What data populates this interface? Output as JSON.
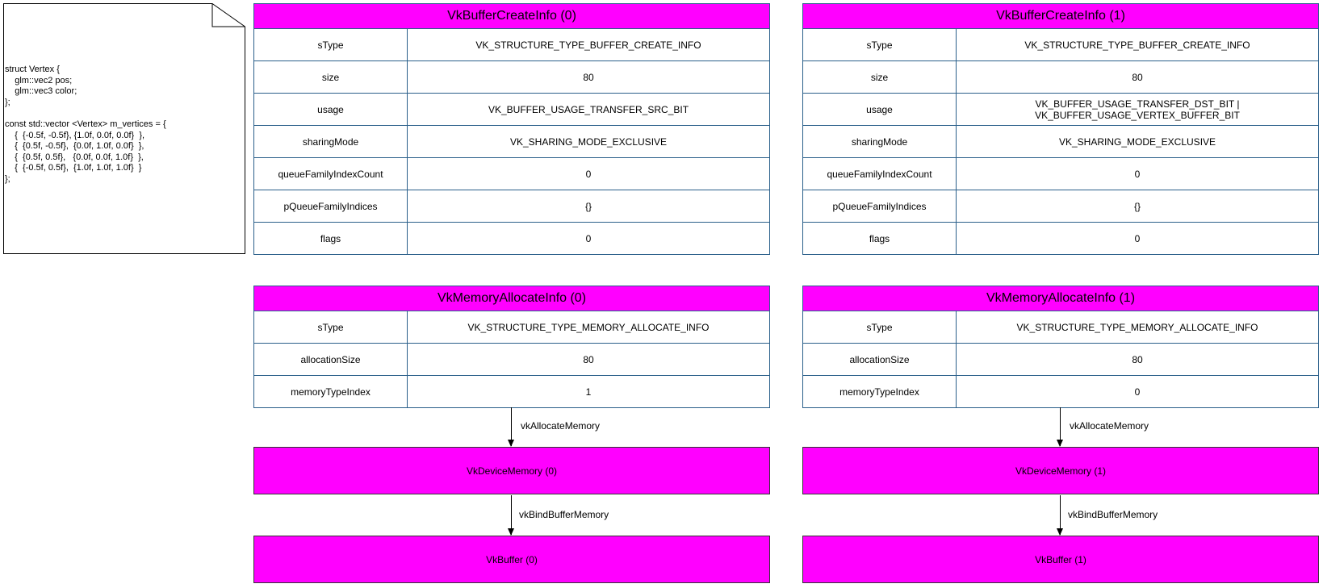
{
  "code_note": {
    "text": "struct Vertex {\n\tglm::vec2 pos;\n\tglm::vec3 color;\n};\n\nconst std::vector <Vertex> m_vertices = {\n\t{  {-0.5f, -0.5f}, {1.0f, 0.0f, 0.0f}  },\n\t{  {0.5f, -0.5f},  {0.0f, 1.0f, 0.0f}  },\n\t{  {0.5f, 0.5f},   {0.0f, 0.0f, 1.0f}  },\n\t{  {-0.5f, 0.5f},  {1.0f, 1.0f, 1.0f}  }\n};"
  },
  "buffer_create_info": [
    {
      "title": "VkBufferCreateInfo (0)",
      "rows": [
        {
          "field": "sType",
          "value": "VK_STRUCTURE_TYPE_BUFFER_CREATE_INFO"
        },
        {
          "field": "size",
          "value": "80"
        },
        {
          "field": "usage",
          "value": "VK_BUFFER_USAGE_TRANSFER_SRC_BIT"
        },
        {
          "field": "sharingMode",
          "value": "VK_SHARING_MODE_EXCLUSIVE"
        },
        {
          "field": "queueFamilyIndexCount",
          "value": "0"
        },
        {
          "field": "pQueueFamilyIndices",
          "value": "{}"
        },
        {
          "field": "flags",
          "value": "0"
        }
      ]
    },
    {
      "title": "VkBufferCreateInfo (1)",
      "rows": [
        {
          "field": "sType",
          "value": "VK_STRUCTURE_TYPE_BUFFER_CREATE_INFO"
        },
        {
          "field": "size",
          "value": "80"
        },
        {
          "field": "usage",
          "value": "VK_BUFFER_USAGE_TRANSFER_DST_BIT |\nVK_BUFFER_USAGE_VERTEX_BUFFER_BIT"
        },
        {
          "field": "sharingMode",
          "value": "VK_SHARING_MODE_EXCLUSIVE"
        },
        {
          "field": "queueFamilyIndexCount",
          "value": "0"
        },
        {
          "field": "pQueueFamilyIndices",
          "value": "{}"
        },
        {
          "field": "flags",
          "value": "0"
        }
      ]
    }
  ],
  "memory_allocate_info": [
    {
      "title": "VkMemoryAllocateInfo (0)",
      "rows": [
        {
          "field": "sType",
          "value": "VK_STRUCTURE_TYPE_MEMORY_ALLOCATE_INFO"
        },
        {
          "field": "allocationSize",
          "value": "80"
        },
        {
          "field": "memoryTypeIndex",
          "value": "1"
        }
      ]
    },
    {
      "title": "VkMemoryAllocateInfo (1)",
      "rows": [
        {
          "field": "sType",
          "value": "VK_STRUCTURE_TYPE_MEMORY_ALLOCATE_INFO"
        },
        {
          "field": "allocationSize",
          "value": "80"
        },
        {
          "field": "memoryTypeIndex",
          "value": "0"
        }
      ]
    }
  ],
  "device_memory": [
    "VkDeviceMemory (0)",
    "VkDeviceMemory (1)"
  ],
  "buffers": [
    "VkBuffer (0)",
    "VkBuffer (1)"
  ],
  "edges": {
    "allocate": "vkAllocateMemory",
    "bind": "vkBindBufferMemory"
  },
  "colors": {
    "header_fill": "#ff00ff",
    "table_border": "#2a5f8a"
  }
}
